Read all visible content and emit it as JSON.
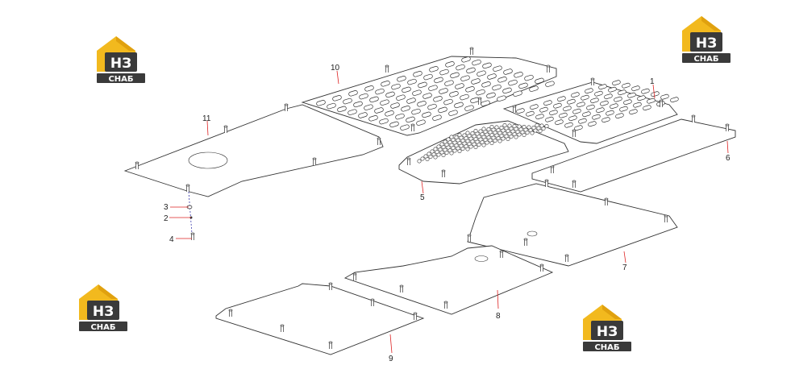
{
  "logo": {
    "letters": "НЗ",
    "word": "СНАБ",
    "colors": {
      "yellow": "#F2B91E",
      "dark": "#3a3a3a",
      "white": "#ffffff"
    }
  },
  "callouts": {
    "c1": "1",
    "c2": "2",
    "c3": "3",
    "c4": "4",
    "c5": "5",
    "c6": "6",
    "c7": "7",
    "c8": "8",
    "c9": "9",
    "c10": "10",
    "c11": "11"
  },
  "colors": {
    "line": "#333333",
    "leader": "#dd2222"
  }
}
